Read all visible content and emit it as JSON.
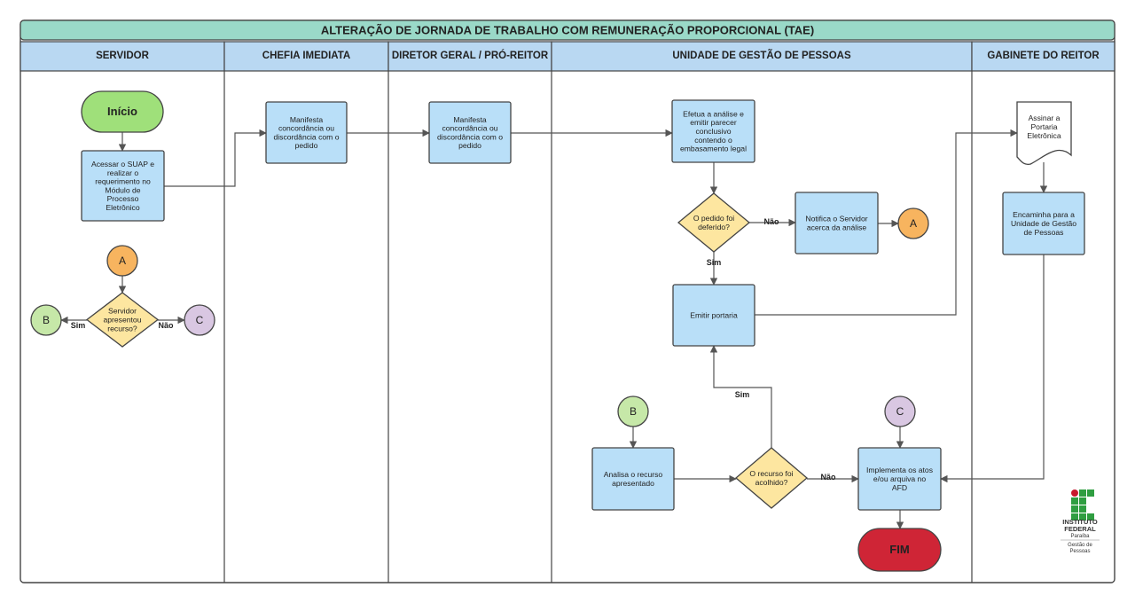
{
  "title": "ALTERAÇÃO DE JORNADA DE TRABALHO COM REMUNERAÇÃO PROPORCIONAL (TAE)",
  "colors": {
    "header_fill": "#9ad9c8",
    "lane_header_fill": "#b9d8f2",
    "process_fill": "#b9dff8",
    "decision_fill": "#fde6a0",
    "start_fill": "#9fe07a",
    "end_fill": "#cf2536",
    "connector_a": "#f7b45f",
    "connector_b": "#c6e8a8",
    "connector_c": "#d9c7e2",
    "line": "#555555",
    "border": "#444444"
  },
  "lanes": [
    {
      "id": "servidor",
      "label": "SERVIDOR"
    },
    {
      "id": "chefia",
      "label": "CHEFIA IMEDIATA"
    },
    {
      "id": "diretor",
      "label": "DIRETOR GERAL / PRÓ-REITOR"
    },
    {
      "id": "ugp",
      "label": "UNIDADE DE GESTÃO DE PESSOAS"
    },
    {
      "id": "gabinete",
      "label": "GABINETE DO REITOR"
    }
  ],
  "nodes": [
    {
      "id": "inicio",
      "type": "terminal-start",
      "lines": [
        "Início"
      ]
    },
    {
      "id": "acessar",
      "type": "process",
      "lines": [
        "Acessar o SUAP e",
        "realizar o",
        "requerimento no",
        "Módulo de",
        "Processo",
        "Eletrônico"
      ]
    },
    {
      "id": "chefia_manifesta",
      "type": "process",
      "lines": [
        "Manifesta",
        "concordância ou",
        "discordância com o",
        "pedido"
      ]
    },
    {
      "id": "diretor_manifesta",
      "type": "process",
      "lines": [
        "Manifesta",
        "concordância ou",
        "discordância com o",
        "pedido"
      ]
    },
    {
      "id": "analise",
      "type": "process",
      "lines": [
        "Efetua a análise e",
        "emitir parecer",
        "conclusivo",
        "contendo o",
        "embasamento legal"
      ]
    },
    {
      "id": "deferido",
      "type": "decision",
      "lines": [
        "O pedido foi",
        "deferido?"
      ]
    },
    {
      "id": "notifica",
      "type": "process",
      "lines": [
        "Notifica o Servidor",
        "acerca da análise"
      ]
    },
    {
      "id": "emitir",
      "type": "process",
      "lines": [
        "Emitir portaria"
      ]
    },
    {
      "id": "assinar",
      "type": "document",
      "lines": [
        "Assinar a",
        "Portaria",
        "Eletrônica"
      ]
    },
    {
      "id": "encaminha",
      "type": "process",
      "lines": [
        "Encaminha para a",
        "Unidade de Gestão",
        "de Pessoas"
      ]
    },
    {
      "id": "recurso_servidor",
      "type": "decision",
      "lines": [
        "Servidor",
        "apresentou",
        "recurso?"
      ]
    },
    {
      "id": "analisa_recurso",
      "type": "process",
      "lines": [
        "Analisa o recurso",
        "apresentado"
      ]
    },
    {
      "id": "acolhido",
      "type": "decision",
      "lines": [
        "O recurso foi",
        "acolhido?"
      ]
    },
    {
      "id": "implementa",
      "type": "process",
      "lines": [
        "Implementa os atos",
        "e/ou arquiva no",
        "AFD"
      ]
    },
    {
      "id": "fim",
      "type": "terminal-end",
      "lines": [
        "FIM"
      ]
    },
    {
      "id": "conn_a1",
      "type": "connector",
      "lines": [
        "A"
      ]
    },
    {
      "id": "conn_a2",
      "type": "connector",
      "lines": [
        "A"
      ]
    },
    {
      "id": "conn_b1",
      "type": "connector",
      "lines": [
        "B"
      ]
    },
    {
      "id": "conn_b2",
      "type": "connector",
      "lines": [
        "B"
      ]
    },
    {
      "id": "conn_c1",
      "type": "connector",
      "lines": [
        "C"
      ]
    },
    {
      "id": "conn_c2",
      "type": "connector",
      "lines": [
        "C"
      ]
    }
  ],
  "edges": [
    {
      "from": "inicio",
      "to": "acessar",
      "label": ""
    },
    {
      "from": "acessar",
      "to": "chefia_manifesta",
      "label": ""
    },
    {
      "from": "chefia_manifesta",
      "to": "diretor_manifesta",
      "label": ""
    },
    {
      "from": "diretor_manifesta",
      "to": "analise",
      "label": ""
    },
    {
      "from": "analise",
      "to": "deferido",
      "label": ""
    },
    {
      "from": "deferido",
      "to": "notifica",
      "label": "Não"
    },
    {
      "from": "notifica",
      "to": "conn_a1",
      "label": ""
    },
    {
      "from": "deferido",
      "to": "emitir",
      "label": "Sim"
    },
    {
      "from": "emitir",
      "to": "assinar",
      "label": ""
    },
    {
      "from": "assinar",
      "to": "encaminha",
      "label": ""
    },
    {
      "from": "encaminha",
      "to": "implementa",
      "label": ""
    },
    {
      "from": "conn_a2",
      "to": "recurso_servidor",
      "label": ""
    },
    {
      "from": "recurso_servidor",
      "to": "conn_b1",
      "label": "Sim"
    },
    {
      "from": "recurso_servidor",
      "to": "conn_c1",
      "label": "Não"
    },
    {
      "from": "conn_b2",
      "to": "analisa_recurso",
      "label": ""
    },
    {
      "from": "analisa_recurso",
      "to": "acolhido",
      "label": ""
    },
    {
      "from": "acolhido",
      "to": "emitir",
      "label": "Sim"
    },
    {
      "from": "acolhido",
      "to": "implementa",
      "label": "Não"
    },
    {
      "from": "conn_c2",
      "to": "implementa",
      "label": ""
    },
    {
      "from": "implementa",
      "to": "fim",
      "label": ""
    }
  ],
  "logo": {
    "lines": [
      "INSTITUTO",
      "FEDERAL",
      "Paraíba",
      "Gestão de",
      "Pessoas"
    ],
    "colors": {
      "circle": "#c8192e",
      "squares": "#2f9e41"
    }
  }
}
